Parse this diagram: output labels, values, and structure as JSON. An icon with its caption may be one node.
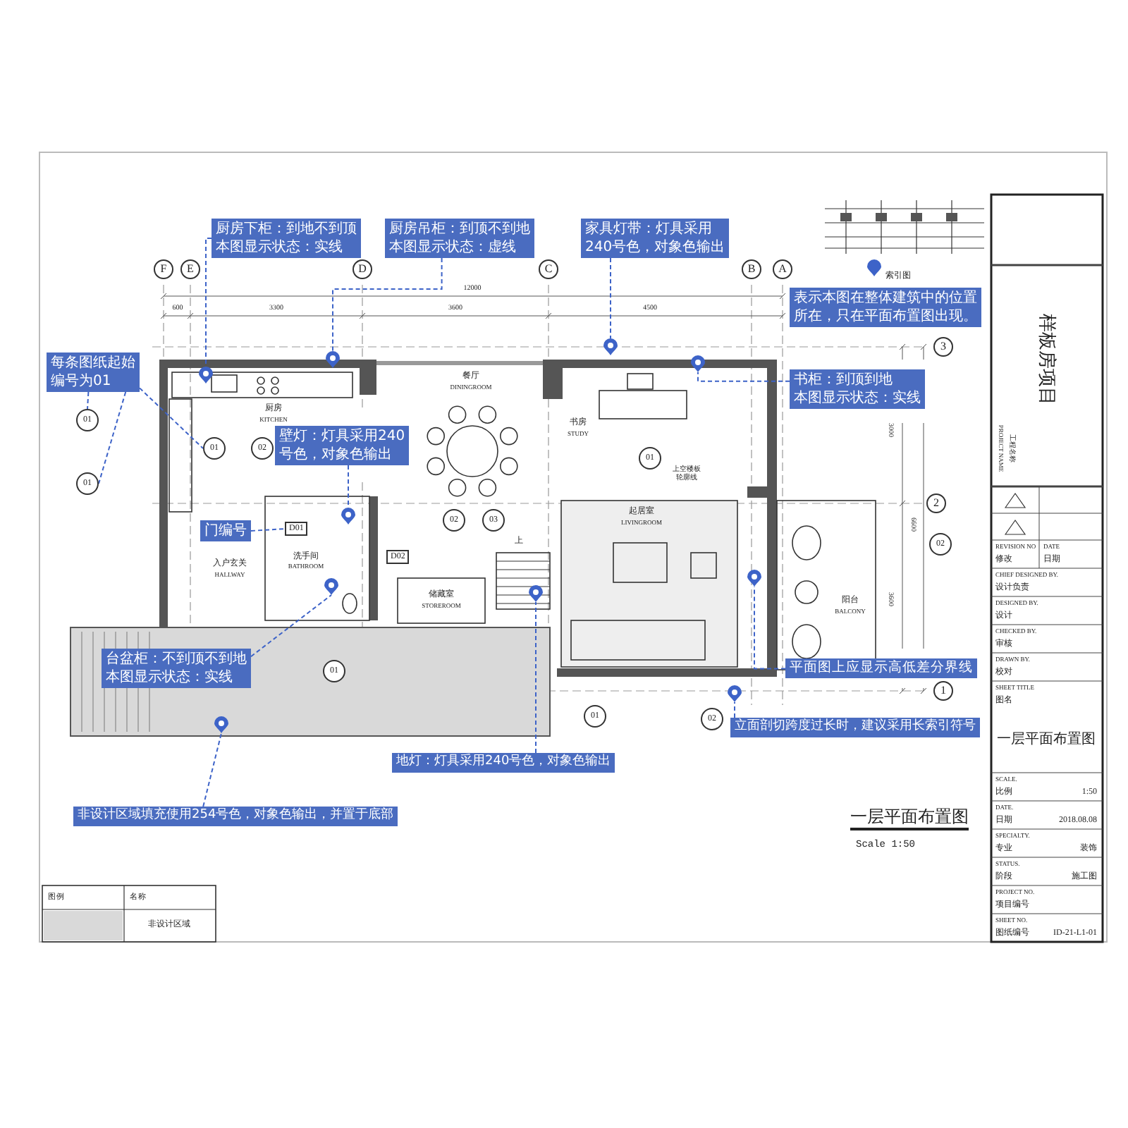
{
  "diagram": {
    "title": "一层平面布置图",
    "caption": "Scale 1:50",
    "nodes": [
      {
        "text": [
          "厨房下柜：到地不到顶本图显示状态：实线"
        ]
      },
      {
        "text": [
          "厨房吊柜：到顶不到地本图显示状态：虚线"
        ]
      },
      {
        "text": [
          "家具灯带：灯具采用240号色，对象色输出"
        ]
      },
      {
        "text": [
          "表示本图在整体建筑中的位置所在，只在平面布置图出现。"
        ]
      },
      {
        "text": [
          "每条图纸起始编号为01"
        ]
      },
      {
        "text": [
          "书柜：到顶到地本图显示状态：实线"
        ]
      },
      {
        "text": [
          "壁灯：灯具采用240号色，对象色输出"
        ]
      },
      {
        "text": [
          "门编号"
        ]
      },
      {
        "text": [
          "台盆柜：不到顶不到地本图显示状态：实线"
        ]
      },
      {
        "text": [
          "平面图上应显示高低差分界线"
        ]
      },
      {
        "text": [
          "立面剖切跨度过长时，建议采用长索引符号"
        ]
      },
      {
        "text": [
          "地灯：灯具采用240号色，对象色输出"
        ]
      },
      {
        "text": [
          "非设计区域填充使用254号色，对象色输出，并置于底部"
        ]
      },
      {
        "text": [],
        "shape": "pin"
      },
      {
        "text": [],
        "shape": "pin"
      },
      {
        "text": [],
        "shape": "pin"
      },
      {
        "text": [],
        "shape": "pin"
      },
      {
        "text": [
          "01"
        ]
      },
      {
        "text": [
          "01"
        ]
      },
      {
        "text": [
          "01"
        ]
      },
      {
        "text": [],
        "shape": "pin"
      },
      {
        "text": [
          "D01"
        ]
      },
      {
        "text": [],
        "shape": "pin"
      },
      {
        "text": [],
        "shape": "pin"
      },
      {
        "text": [],
        "shape": "pin"
      },
      {
        "text": [],
        "shape": "pin"
      },
      {
        "text": [],
        "shape": "pin"
      },
      {
        "text": [
          "02"
        ]
      },
      {
        "text": [
          "01"
        ]
      },
      {
        "text": [
          "02"
        ]
      },
      {
        "text": [
          "03"
        ]
      },
      {
        "text": [
          "02"
        ]
      },
      {
        "text": [
          "D02"
        ]
      },
      {
        "text": [
          "01"
        ]
      },
      {
        "text": [
          "01"
        ]
      },
      {
        "text": [
          "02"
        ]
      }
    ],
    "edges": [
      {
        "from": 0,
        "to": 13,
        "arrow": "none",
        "style": "dashed"
      },
      {
        "from": 1,
        "to": 14,
        "arrow": "none",
        "style": "dashed"
      },
      {
        "from": 2,
        "to": 15,
        "arrow": "none",
        "style": "dashed"
      },
      {
        "from": 4,
        "to": 17,
        "arrow": "none",
        "style": "dashed"
      },
      {
        "from": 4,
        "to": 18,
        "arrow": "none",
        "style": "dashed"
      },
      {
        "from": 4,
        "to": 19,
        "arrow": "none",
        "style": "dashed"
      },
      {
        "from": 5,
        "to": 16,
        "arrow": "none",
        "style": "dashed"
      },
      {
        "from": 6,
        "to": 20,
        "arrow": "none",
        "style": "dashed"
      },
      {
        "from": 7,
        "to": 21,
        "arrow": "none",
        "style": "dashed"
      },
      {
        "from": 8,
        "to": 22,
        "arrow": "none",
        "style": "dashed"
      },
      {
        "from": 9,
        "to": 23,
        "arrow": "none",
        "style": "dashed"
      },
      {
        "from": 10,
        "to": 24,
        "arrow": "none",
        "style": "dashed"
      },
      {
        "from": 11,
        "to": 25,
        "arrow": "none",
        "style": "dashed"
      },
      {
        "from": 12,
        "to": 26,
        "arrow": "none",
        "style": "dashed"
      }
    ],
    "labels": [
      "F",
      "E",
      "D",
      "C",
      "B",
      "A",
      "12000",
      "600",
      "3300",
      "3600",
      "4500",
      "索引图",
      "3",
      "厨房",
      "KITCHEN",
      "餐厅",
      "DININGROOM",
      "书房",
      "STUDY",
      "上空楼板轮廓线",
      "2",
      "3000",
      "起居室",
      "LIVINGROOM",
      "6600",
      "上",
      "洗手间",
      "BATHROOM",
      "入户玄关",
      "HALLWAY",
      "储藏室",
      "STOREROOM",
      "3600",
      "阳台",
      "BALCONY",
      "1",
      "图例",
      "名称",
      "样板房项目",
      "PROJECT NAME",
      "工程名称",
      "REVISION NO",
      "DATE",
      "修改",
      "日期",
      "CHIEF DESIGNED BY.",
      "设计负责",
      "DESIGNED BY.",
      "设计",
      "CHECKED BY.",
      "审核",
      "DRAWN BY.",
      "校对",
      "SHEET TITLE",
      "图名",
      "一层平面布置图",
      "SCALE.",
      "比例",
      "1:50",
      "DATE.",
      "日期",
      "2018.08.08",
      "SPECIALTY.",
      "专业",
      "装饰",
      "STATUS.",
      "阶段",
      "施工图",
      "PROJECT NO.",
      "项目编号",
      "SHEET NO.",
      "图纸编号",
      "ID-21-L1-01"
    ],
    "legend": [
      {
        "text": "非设计区域",
        "color": "#d9d9d9"
      }
    ]
  }
}
